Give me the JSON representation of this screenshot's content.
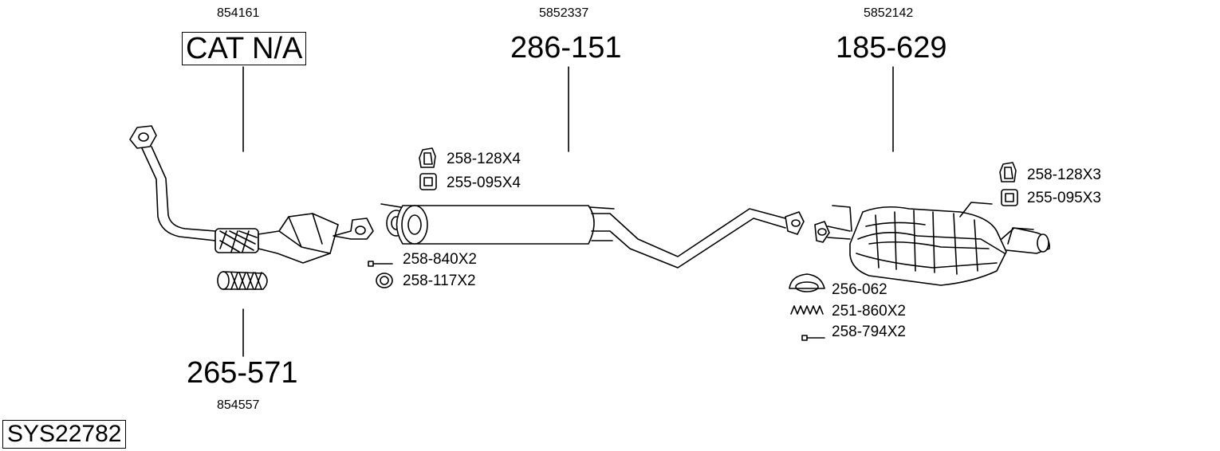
{
  "groups": {
    "catalytic": {
      "oe_number": "854161",
      "part_number": "CAT N/A"
    },
    "middle": {
      "oe_number": "5852337",
      "part_number": "286-151"
    },
    "rear": {
      "oe_number": "5852142",
      "part_number": "185-629"
    },
    "flex": {
      "oe_number": "854557",
      "part_number": "265-571"
    }
  },
  "accessories": {
    "middle_clamp": "258-128X4",
    "middle_rubber": "255-095X4",
    "bolt": "258-840X2",
    "ring": "258-117X2",
    "rear_clamp": "258-128X3",
    "rear_rubber": "255-095X3",
    "gasket": "256-062",
    "spring": "251-860X2",
    "rear_bolt": "258-794X2"
  },
  "system_id": "SYS22782"
}
